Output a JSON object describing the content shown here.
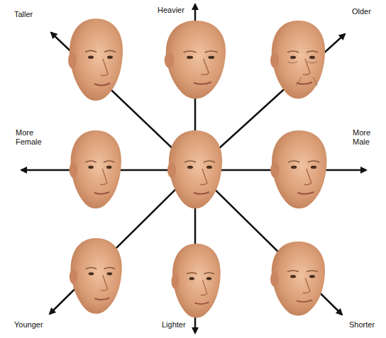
{
  "diagram": {
    "labels": [
      "Taller",
      "Heavier",
      "Older",
      "More Female",
      "More Male",
      "Younger",
      "Lighter",
      "Shorter"
    ]
  }
}
